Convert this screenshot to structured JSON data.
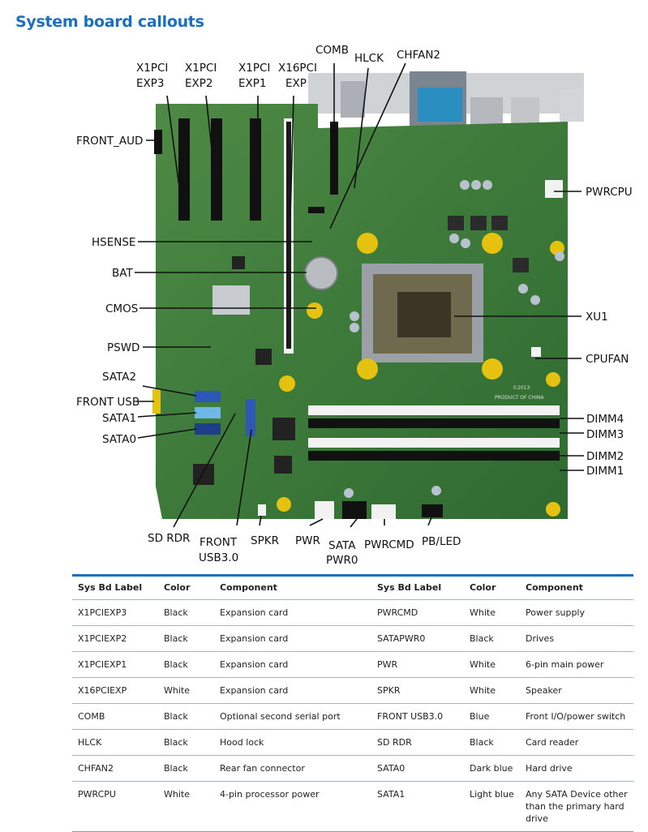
{
  "title": "System board callouts",
  "callouts": {
    "x1pciexp3": [
      "X1PCI",
      "EXP3"
    ],
    "x1pciexp2": [
      "X1PCI",
      "EXP2"
    ],
    "x1pciexp1": [
      "X1PCI",
      "EXP1"
    ],
    "x16pciexp": [
      "X16PCI",
      "EXP"
    ],
    "comb": "COMB",
    "hlck": "HLCK",
    "chfan2": "CHFAN2",
    "front_aud": "FRONT_AUD",
    "pwrcpu": "PWRCPU",
    "hsense": "HSENSE",
    "bat": "BAT",
    "cmos": "CMOS",
    "xu1": "XU1",
    "pswd": "PSWD",
    "cpufan": "CPUFAN",
    "sata2": "SATA2",
    "front_usb": "FRONT USB",
    "sata1": "SATA1",
    "sata0": "SATA0",
    "dimm4": "DIMM4",
    "dimm3": "DIMM3",
    "dimm2": "DIMM2",
    "dimm1": "DIMM1",
    "sd_rdr": "SD RDR",
    "front_usb30": [
      "FRONT",
      "USB3.0"
    ],
    "spkr": "SPKR",
    "pwr": "PWR",
    "satapwr0": [
      "SATA",
      "PWR0"
    ],
    "pwrcmd": "PWRCMD",
    "pb_led": "PB/LED",
    "board_text": [
      "PRODUCT OF CHINA",
      "©2013"
    ]
  },
  "colors": {
    "board": "#3d7a3a",
    "accent": "#1a6fc2"
  },
  "table": {
    "headers": [
      "Sys Bd Label",
      "Color",
      "Component",
      "Sys Bd Label",
      "Color",
      "Component"
    ],
    "rows": [
      [
        "X1PCIEXP3",
        "Black",
        "Expansion card",
        "PWRCMD",
        "White",
        "Power supply"
      ],
      [
        "X1PCIEXP2",
        "Black",
        "Expansion card",
        "SATAPWR0",
        "Black",
        "Drives"
      ],
      [
        "X1PCIEXP1",
        "Black",
        "Expansion card",
        "PWR",
        "White",
        "6-pin main power"
      ],
      [
        "X16PCIEXP",
        "White",
        "Expansion card",
        "SPKR",
        "White",
        "Speaker"
      ],
      [
        "COMB",
        "Black",
        "Optional second serial port",
        "FRONT USB3.0",
        "Blue",
        "Front I/O/power switch"
      ],
      [
        "HLCK",
        "Black",
        "Hood lock",
        "SD RDR",
        "Black",
        "Card reader"
      ],
      [
        "CHFAN2",
        "Black",
        "Rear fan connector",
        "SATA0",
        "Dark blue",
        "Hard drive"
      ],
      [
        "PWRCPU",
        "White",
        "4-pin processor power",
        "SATA1",
        "Light blue",
        "Any SATA Device other than the primary hard drive"
      ]
    ]
  }
}
